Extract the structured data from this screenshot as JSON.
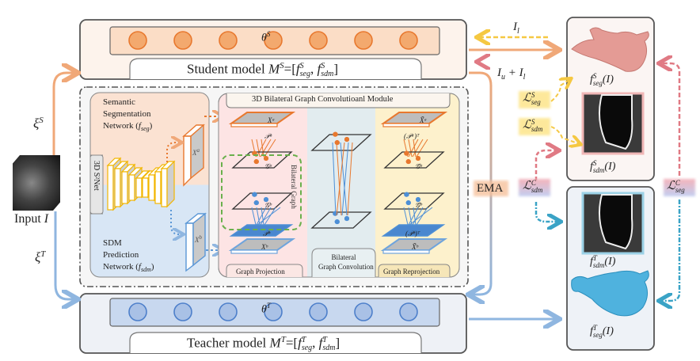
{
  "student": {
    "title": "Student model M^S=[f^S_seg, f^S_sdm]",
    "title_main": "Student model ",
    "title_math": "M",
    "title_sup": "S",
    "title_rest": "=[f",
    "param_label": "θ",
    "param_sup": "S",
    "node_count": 7,
    "color_fill": "#f3a96e",
    "color_stroke": "#e8782e",
    "bg": "#fcebe0"
  },
  "teacher": {
    "title_main": "Teacher model ",
    "title_math": "M",
    "title_sup": "T",
    "param_label": "θ",
    "param_sup": "T",
    "node_count": 7,
    "color_fill": "#a9c1e6",
    "color_stroke": "#4d7fca",
    "bg": "#dde6f3"
  },
  "input": {
    "label": "Input I",
    "label_text": "Input ",
    "label_math": "I",
    "xi_student": "ξ",
    "xi_student_sup": "S",
    "xi_teacher": "ξ",
    "xi_teacher_sup": "T"
  },
  "backbone": {
    "seg_net_line1": "Semantic",
    "seg_net_line2": "Segmentation",
    "seg_net_line3": "Network (",
    "seg_net_math": "f",
    "seg_net_sub": "seg",
    "sdm_net_line1": "SDM",
    "sdm_net_line2": "Prediction",
    "sdm_net_line3": "Network (",
    "sdm_net_math": "f",
    "sdm_net_sub": "sdm",
    "net_name": "3D S²Net",
    "feature_a": "X",
    "feature_a_sup": "a",
    "feature_b": "X",
    "feature_b_sup": "b"
  },
  "module": {
    "title": "3D Bilateral Graph Convolutioanl Module",
    "bilateral_graph": "Bilateral Graph",
    "stage_projection": "Graph Projection",
    "stage_convolution_line1": "Bilateral",
    "stage_convolution_line2": "Graph Convolution",
    "stage_reprojection": "Graph Reprojection",
    "labels": {
      "Xa": "Xᵃ",
      "Pa": "𝒫ᵃ",
      "Ga": "𝒢ᵃ",
      "Gb": "𝒢ᵇ",
      "Pb": "𝒫ᵇ",
      "Xb": "Xᵇ",
      "Xa_tilde": "X̃ᵃ",
      "Pa_T": "(𝒫ᵃ)ᵀ",
      "Ga_tilde": "𝒢̃ᵃ",
      "Gb_tilde": "𝒢̃ᵇ",
      "Pb_T": "(𝒫ᵇ)ᵀ",
      "Xb_tilde": "X̃ᵇ"
    },
    "colors": {
      "projection_bg": "#fde4e4",
      "convolution_bg": "#e2ecef",
      "reprojection_bg": "#fdf1cc"
    }
  },
  "flows": {
    "labeled": "I",
    "labeled_sub": "l",
    "unlabeled_plus_labeled": "I",
    "unlabeled_sub": "u",
    "plus": " + I",
    "plus_sub": "l",
    "ema": "EMA"
  },
  "losses": {
    "seg_student": {
      "sym": "ℒ",
      "sup": "S",
      "sub": "seg"
    },
    "sdm_student": {
      "sym": "ℒ",
      "sup": "S",
      "sub": "sdm"
    },
    "sdm_consistency": {
      "sym": "ℒ",
      "sup": "C",
      "sub": "sdm"
    },
    "seg_consistency": {
      "sym": "ℒ",
      "sup": "C",
      "sub": "seg"
    }
  },
  "outputs": {
    "student_seg": {
      "f": "f",
      "sup": "S",
      "sub": "seg",
      "arg": "(I)"
    },
    "student_sdm": {
      "f": "f",
      "sup": "S",
      "sub": "sdm",
      "arg": "(I)"
    },
    "teacher_sdm": {
      "f": "f",
      "sup": "T",
      "sub": "sdm",
      "arg": "(I)"
    },
    "teacher_seg": {
      "f": "f",
      "sup": "T",
      "sub": "seg",
      "arg": "(I)"
    }
  }
}
